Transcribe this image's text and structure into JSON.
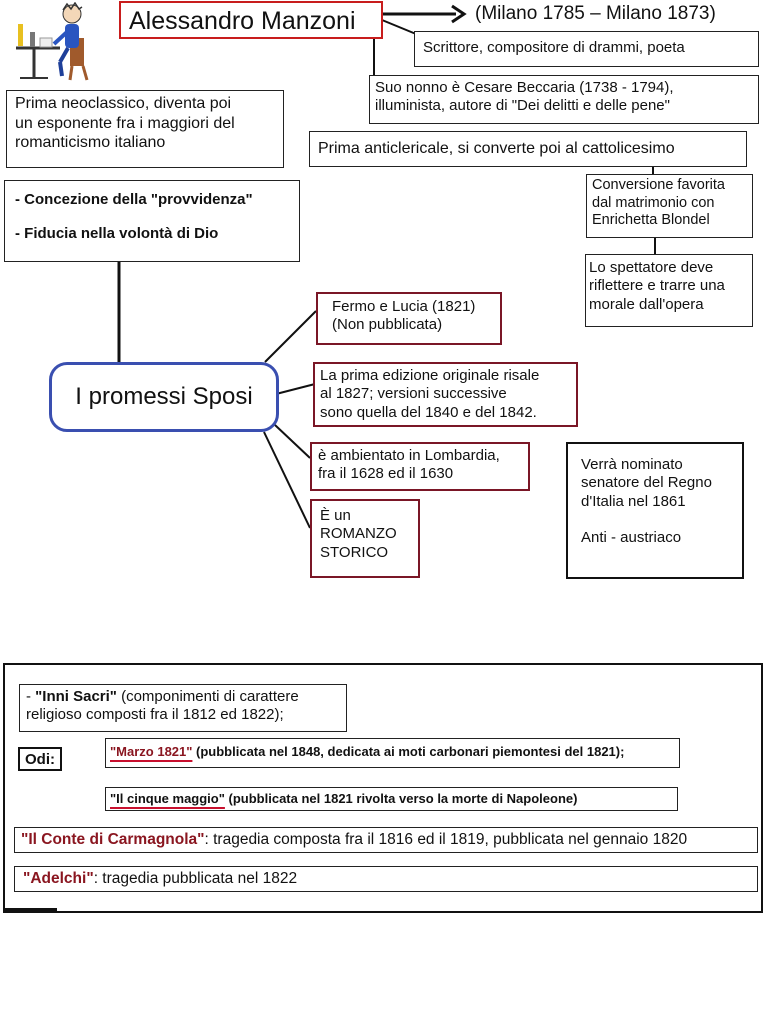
{
  "top": {
    "title": "Alessandro Manzoni",
    "life": "(Milano 1785 – Milano 1873)",
    "profession": "Scrittore, compositore di drammi, poeta",
    "grandfather": [
      "Suo nonno è Cesare Beccaria (1738 - 1794),",
      "illuminista, autore di \"Dei delitti e delle pene\""
    ],
    "evolution": [
      "Prima neoclassico, diventa poi",
      "un esponente fra i maggiori del",
      "romanticismo italiano"
    ],
    "religion": "Prima anticlericale, si converte poi al cattolicesimo",
    "conversion": [
      "Conversione favorita",
      "dal matrimonio con",
      "Enrichetta Blondel"
    ],
    "spectator": [
      "Lo spettatore deve",
      "riflettere e trarre una",
      "morale dall'opera"
    ],
    "concepts": [
      "- Concezione della \"provvidenza\"",
      "- Fiducia nella volontà di Dio"
    ],
    "senator": [
      "Verrà nominato",
      "senatore del Regno",
      "d'Italia nel 1861"
    ],
    "anti": "Anti - austriaco"
  },
  "novel": {
    "title": "I promessi Sposi",
    "fermo": [
      "Fermo e Lucia (1821)",
      "(Non pubblicata)"
    ],
    "edition": [
      "La prima edizione originale risale",
      "al 1827; versioni successive",
      "sono quella del 1840 e del 1842."
    ],
    "setting": [
      "è ambientato in Lombardia,",
      "fra il 1628 ed il 1630"
    ],
    "genre": [
      "È un",
      "ROMANZO",
      "STORICO"
    ]
  },
  "works": {
    "inni_dash": "- ",
    "inni_title": "\"Inni Sacri\"",
    "inni_rest1": " (componimenti di carattere",
    "inni_rest2": "religioso composti fra il 1812 ed 1822);",
    "odi": "Odi:",
    "marzo_title": "\"Marzo 1821\"",
    "marzo_rest": " (pubblicata nel 1848, dedicata ai moti carbonari piemontesi del 1821);",
    "cinque_title": "\"Il cinque maggio\"",
    "cinque_rest": " (pubblicata nel 1821 rivolta verso la morte di Napoleone)",
    "conte_title": "\"Il Conte di Carmagnola\"",
    "conte_rest": ": tragedia composta fra il 1816 ed il 1819, pubblicata nel gennaio 1820",
    "adelchi_title": "\"Adelchi\"",
    "adelchi_rest": ": tragedia pubblicata nel 1822"
  }
}
